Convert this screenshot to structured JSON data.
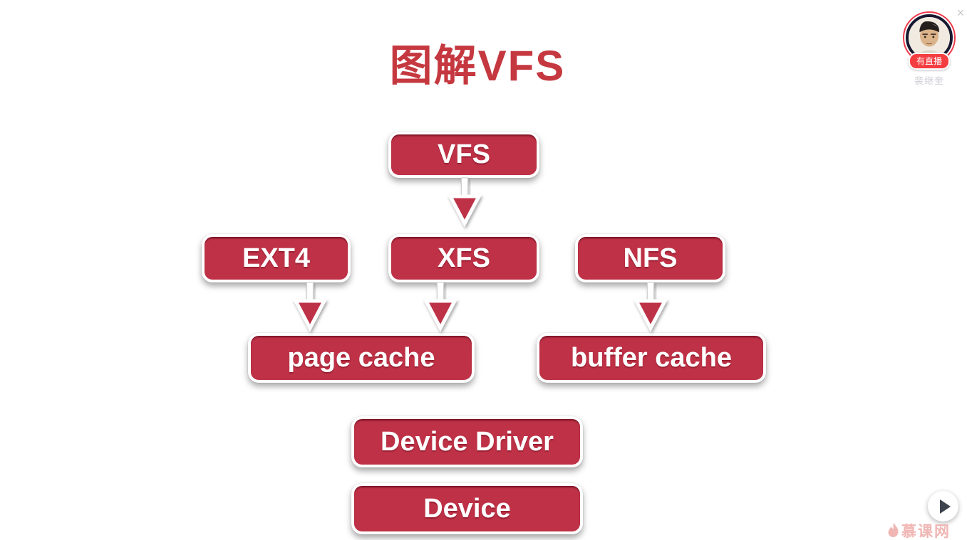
{
  "title": {
    "text": "图解VFS"
  },
  "colors": {
    "box_red": "#be3146",
    "title_red": "#c5383f",
    "badge_red": "#f43d40",
    "brand_pink": "#eda5a2",
    "play_icon": "#3e444e",
    "avatar_ring_red": "#ef3b4c"
  },
  "diagram": {
    "boxes": {
      "vfs": "VFS",
      "ext4": "EXT4",
      "xfs": "XFS",
      "nfs": "NFS",
      "page_cache": "page cache",
      "buffer_cache": "buffer cache",
      "device_driver": "Device Driver",
      "device": "Device"
    },
    "edges": [
      {
        "from": "VFS",
        "to": "XFS"
      },
      {
        "from": "EXT4",
        "to": "page cache"
      },
      {
        "from": "XFS",
        "to": "page cache"
      },
      {
        "from": "NFS",
        "to": "buffer cache"
      }
    ]
  },
  "presenter": {
    "live_badge": "有直播",
    "name": "裴继奎"
  },
  "player": {
    "close_glyph": "×",
    "brand": "慕课网"
  }
}
